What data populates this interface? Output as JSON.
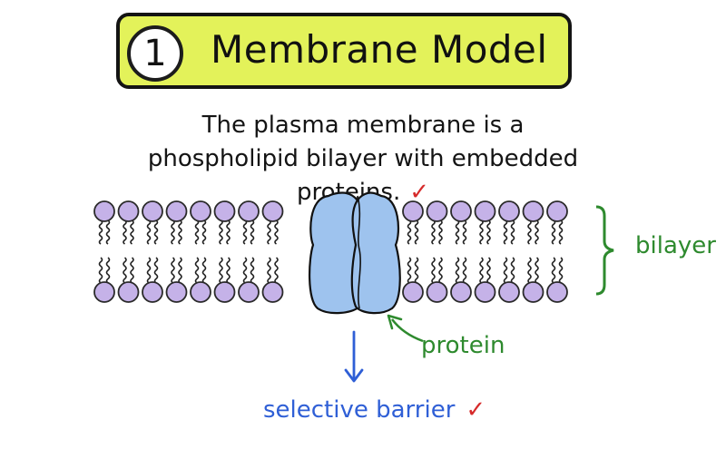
{
  "banner": {
    "number": "1",
    "title": "Membrane Model"
  },
  "subtitle": {
    "line1": "The plasma membrane is a",
    "line2": "phospholipid bilayer with embedded proteins.",
    "check": "✓"
  },
  "labels": {
    "bilayer": "bilayer",
    "protein": "protein",
    "barrier": "selective barrier",
    "barrier_check": "✓"
  },
  "colors": {
    "banner_fill": "#e3f25a",
    "phospholipid_head": "#c5b2e8",
    "protein": "#9ec3ee",
    "label_green": "#2e8a2e",
    "label_blue": "#2f5fd6",
    "check_red": "#d62b2b"
  }
}
